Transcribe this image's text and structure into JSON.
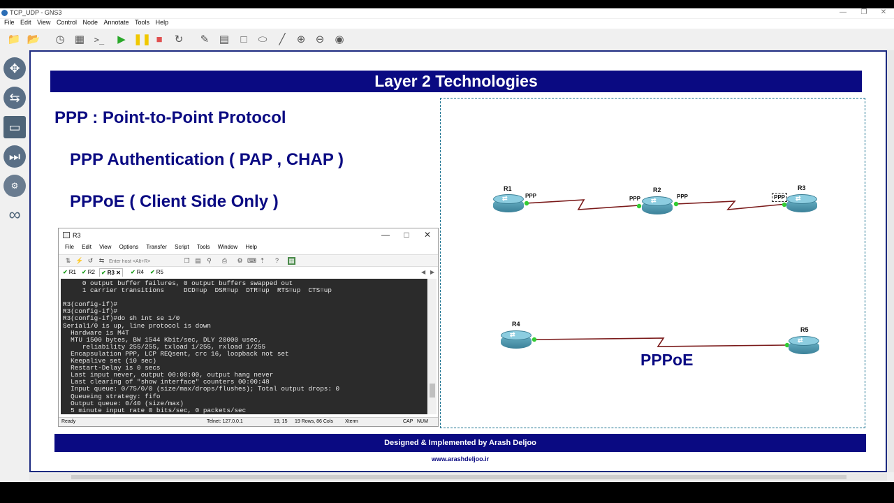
{
  "window": {
    "title": "TCP_UDP - GNS3"
  },
  "menu": [
    "File",
    "Edit",
    "View",
    "Control",
    "Node",
    "Annotate",
    "Tools",
    "Help"
  ],
  "slide": {
    "banner": "Layer 2 Technologies",
    "heading1": "PPP : Point-to-Point Protocol",
    "heading2": "PPP Authentication ( PAP , CHAP )",
    "heading3": "PPPoE ( Client Side Only )",
    "footer": "Designed & Implemented by Arash Deljoo",
    "website": "www.arashdeljoo.ir",
    "pppoe_label": "PPPoE"
  },
  "topology": {
    "routers": {
      "r1": "R1",
      "r2": "R2",
      "r3": "R3",
      "r4": "R4",
      "r5": "R5"
    },
    "link_labels": {
      "r1_ppp": "PPP",
      "r2_left_ppp": "PPP",
      "r2_right_ppp": "PPP",
      "r3_ppp": "PPP"
    },
    "link_color": "#7a1a1a",
    "port_color": "#33cc33"
  },
  "terminal": {
    "title": "R3",
    "menu": [
      "File",
      "Edit",
      "View",
      "Options",
      "Transfer",
      "Script",
      "Tools",
      "Window",
      "Help"
    ],
    "host_placeholder": "Enter host <Alt+R>",
    "tabs": [
      "R1",
      "R2",
      "R3",
      "R4",
      "R5"
    ],
    "output": "     0 output buffer failures, 0 output buffers swapped out\n     1 carrier transitions     DCD=up  DSR=up  DTR=up  RTS=up  CTS=up\n\nR3(config-if)#\nR3(config-if)#\nR3(config-if)#do sh int se 1/0\nSerial1/0 is up, line protocol is down\n  Hardware is M4T\n  MTU 1500 bytes, BW 1544 Kbit/sec, DLY 20000 usec,\n     reliability 255/255, txload 1/255, rxload 1/255\n  Encapsulation PPP, LCP REQsent, crc 16, loopback not set\n  Keepalive set (10 sec)\n  Restart-Delay is 0 secs\n  Last input never, output 00:00:00, output hang never\n  Last clearing of \"show interface\" counters 00:00:48\n  Input queue: 0/75/0/0 (size/max/drops/flushes); Total output drops: 0\n  Queueing strategy: fifo\n  Output queue: 0/40 (size/max)\n  5 minute input rate 0 bits/sec, 0 packets/sec",
    "status": {
      "ready": "Ready",
      "telnet": "Telnet: 127.0.0.1",
      "cursor": "19, 15",
      "size": "19 Rows, 86 Cols",
      "term": "Xterm",
      "cap": "CAP",
      "num": "NUM"
    }
  },
  "icons": {
    "toolbar": [
      "folder-icon",
      "open-folder-icon",
      "clock-icon",
      "snapshot-icon",
      "console-icon",
      "play-icon",
      "pause-icon",
      "stop-icon",
      "reload-icon",
      "note-icon",
      "image-icon",
      "rectangle-icon",
      "ellipse-icon",
      "line-icon",
      "zoom-in-icon",
      "zoom-out-icon",
      "camera-icon"
    ]
  }
}
